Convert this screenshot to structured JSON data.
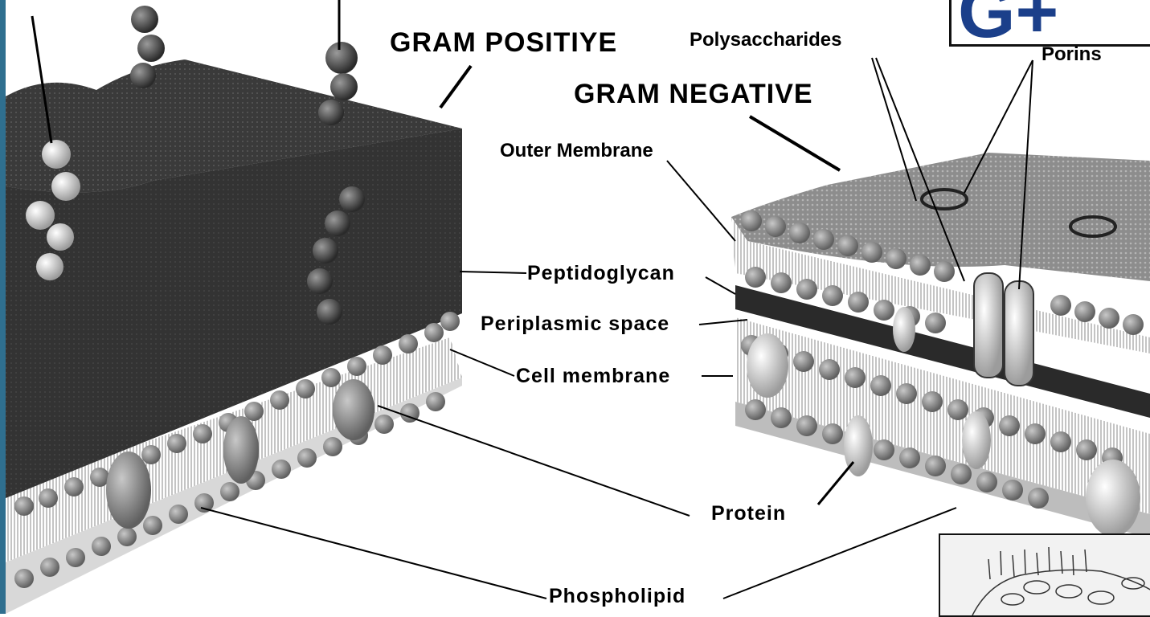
{
  "title_fragment": "G+ vs",
  "labels": {
    "gram_positive": "GRAM POSITIYE",
    "gram_negative": "GRAM NEGATIVE",
    "polysaccharides": "Polysaccharides",
    "porins": "Porins",
    "outer_membrane": "Outer Membrane",
    "peptidoglycan": "Peptidoglycan",
    "periplasmic_space": "Periplasmic space",
    "cell_membrane": "Cell membrane",
    "protein": "Protein",
    "phospholipid": "Phospholipid"
  },
  "colors": {
    "title_blue": "#1b3f8a",
    "peptidoglycan_dark": "#2a2a2a",
    "membrane_gray": "#8a8a8a",
    "sidebar_teal": "#2f6f8f"
  }
}
